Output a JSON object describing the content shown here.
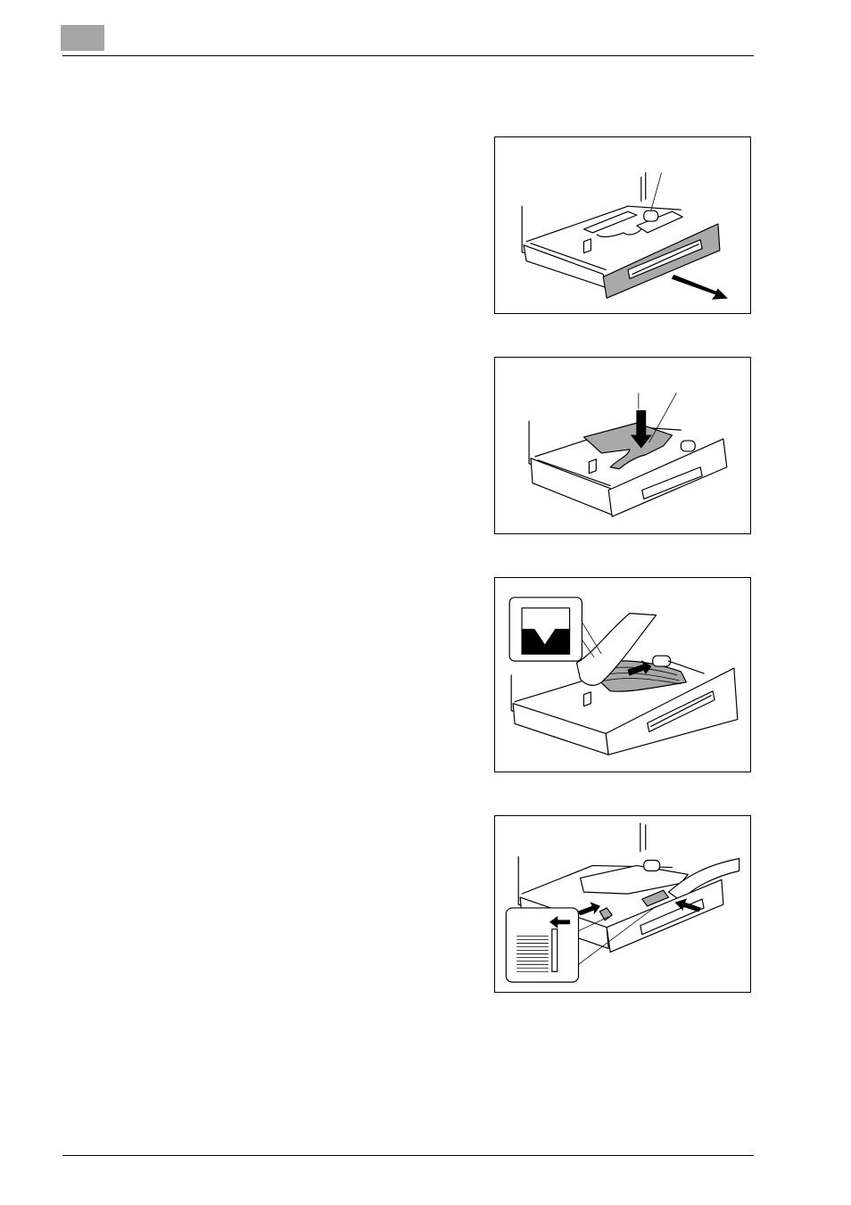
{
  "header": {
    "tab_color": "#a6a6a6"
  },
  "figures": [
    {
      "name": "open-tray",
      "highlight_color": "#a9a9a9"
    },
    {
      "name": "press-down-plate",
      "highlight_color": "#a9a9a9"
    },
    {
      "name": "load-paper",
      "highlight_color": "#a9a9a9"
    },
    {
      "name": "adjust-guides",
      "highlight_color": "#a9a9a9"
    }
  ]
}
